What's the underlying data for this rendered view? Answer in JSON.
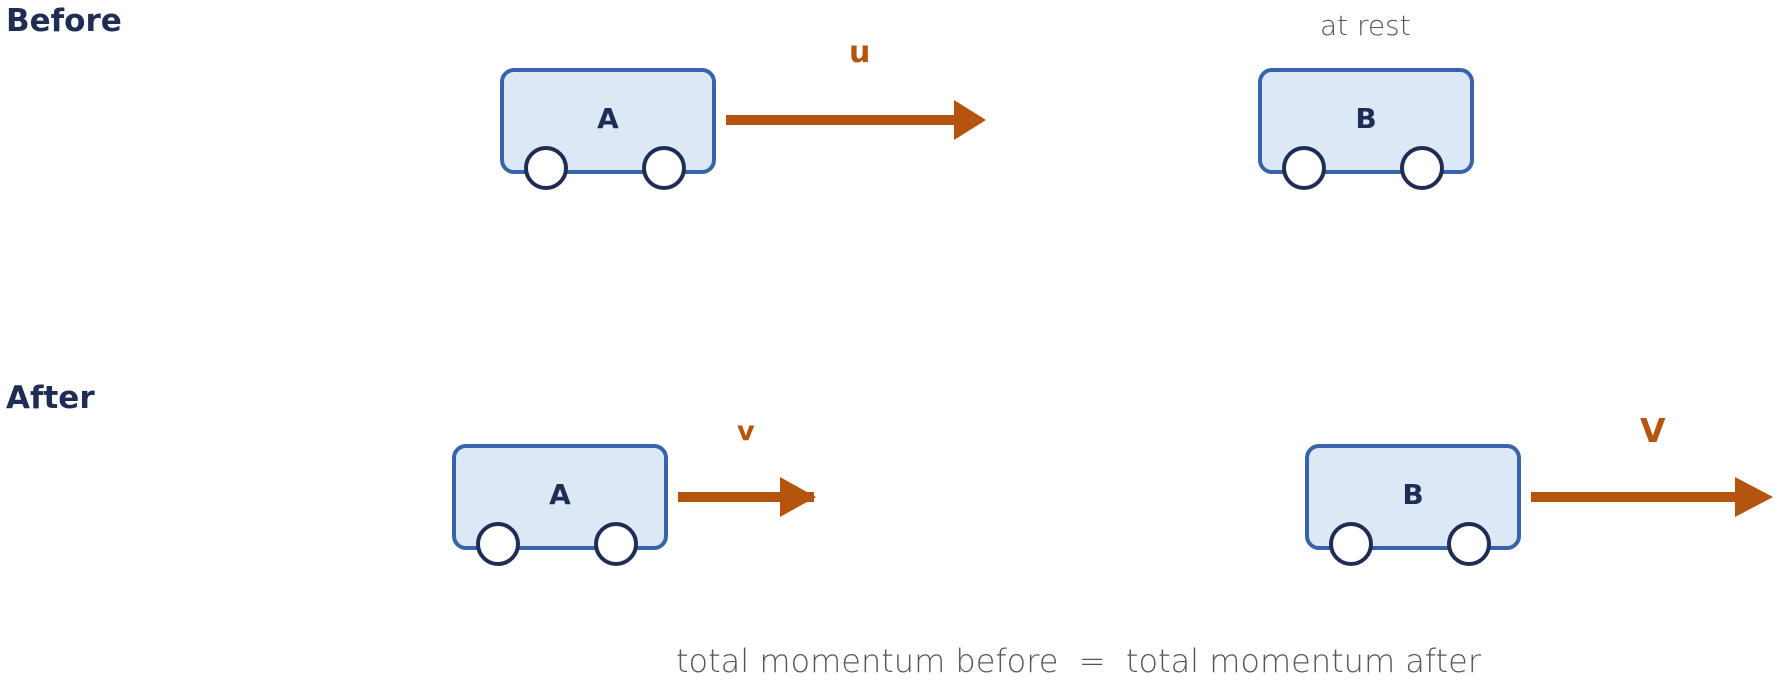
{
  "sections": {
    "before_label": "Before",
    "after_label": "After"
  },
  "before": {
    "cart_a": {
      "letter": "A"
    },
    "cart_b": {
      "letter": "B",
      "caption": "at rest"
    },
    "arrow_a": {
      "label": "u"
    }
  },
  "after": {
    "cart_a": {
      "letter": "A"
    },
    "cart_b": {
      "letter": "B"
    },
    "arrow_a": {
      "label": "v"
    },
    "arrow_b": {
      "label": "V"
    }
  },
  "equation": "total momentum before  =  total momentum after",
  "colors": {
    "cart_fill": "#dde8f7",
    "cart_border": "#3863a8",
    "wheel_border": "#1f2d55",
    "arrow": "#b5540f",
    "label_text": "#1f2d55",
    "caption_text": "#555555"
  }
}
